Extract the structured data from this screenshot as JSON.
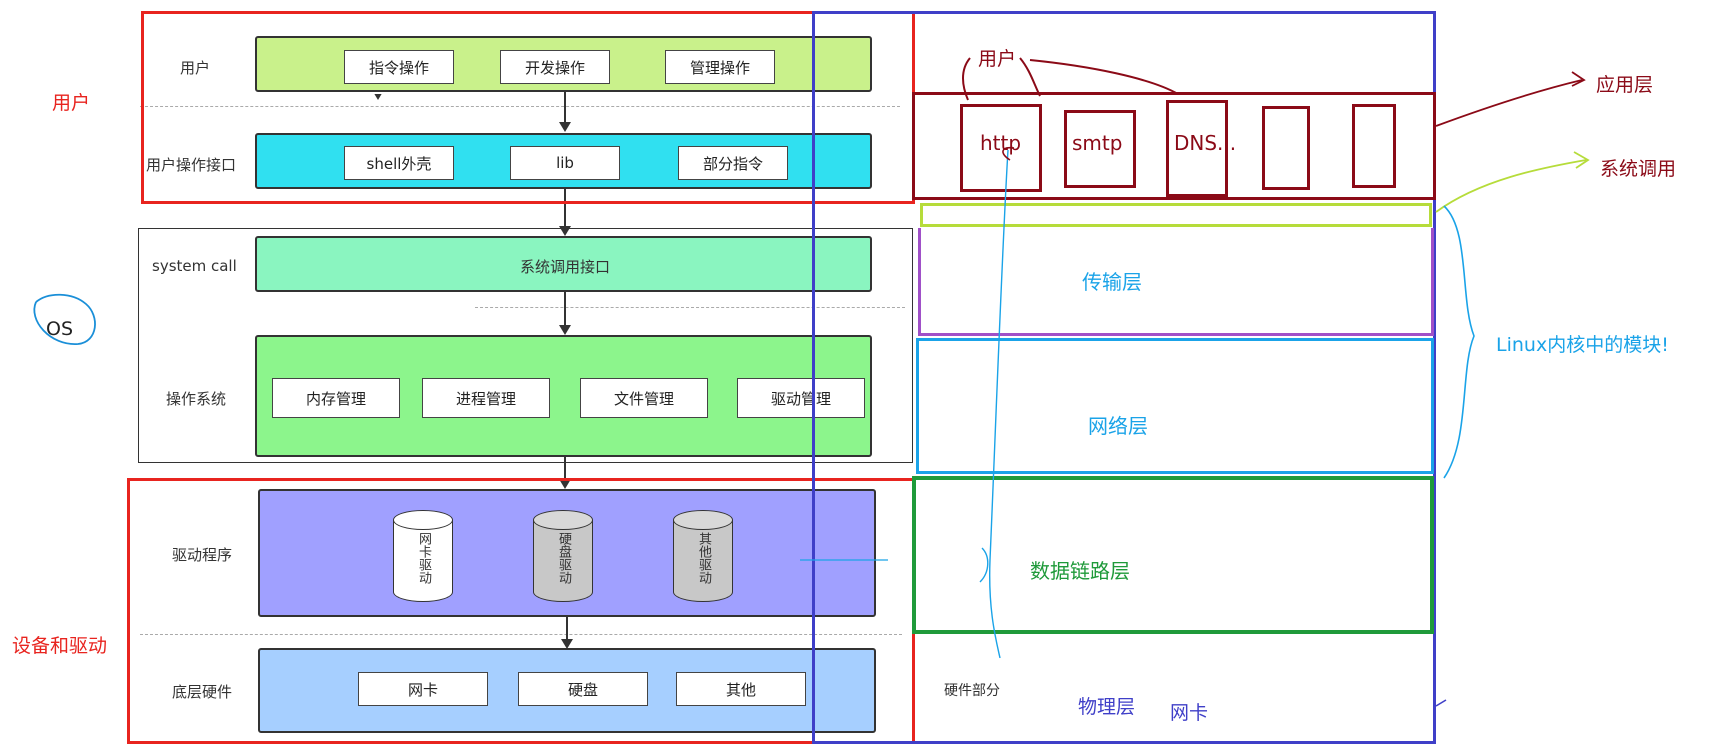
{
  "left_diagram": {
    "user_layer": {
      "label": "用户",
      "buttons": [
        "指令操作",
        "开发操作",
        "管理操作"
      ]
    },
    "user_interface_layer": {
      "label": "用户操作接口",
      "buttons": [
        "shell外壳",
        "lib",
        "部分指令"
      ]
    },
    "system_call_layer": {
      "label": "system call",
      "bar": "系统调用接口"
    },
    "os_layer": {
      "label": "操作系统",
      "buttons": [
        "内存管理",
        "进程管理",
        "文件管理",
        "驱动管理"
      ]
    },
    "driver_layer": {
      "label": "驱动程序",
      "cylinders": [
        "网卡驱动",
        "硬盘驱动",
        "其他驱动"
      ]
    },
    "hardware_layer": {
      "label": "底层硬件",
      "buttons": [
        "网卡",
        "硬盘",
        "其他"
      ]
    }
  },
  "annotations_left": {
    "user": "用户",
    "os": "OS",
    "devices": "设备和驱动"
  },
  "network_stack": {
    "user_label": "用户",
    "app_protocols": [
      "http",
      "smtp",
      "DNS..."
    ],
    "transport": "传输层",
    "network": "网络层",
    "datalink": "数据链路层",
    "hardware": "硬件部分",
    "physical": "物理层",
    "nic": "网卡"
  },
  "annotations_right": {
    "app_layer": "应用层",
    "syscall": "系统调用",
    "kernel_modules": "Linux内核中的模块!"
  },
  "colors": {
    "red": "#e8241f",
    "blue": "#3f3fc8",
    "dark_red": "#8b0a17",
    "lime": "#b6dc3a",
    "purple": "#a050c8",
    "cyan": "#1aa3e8",
    "green": "#1f9a3a"
  }
}
